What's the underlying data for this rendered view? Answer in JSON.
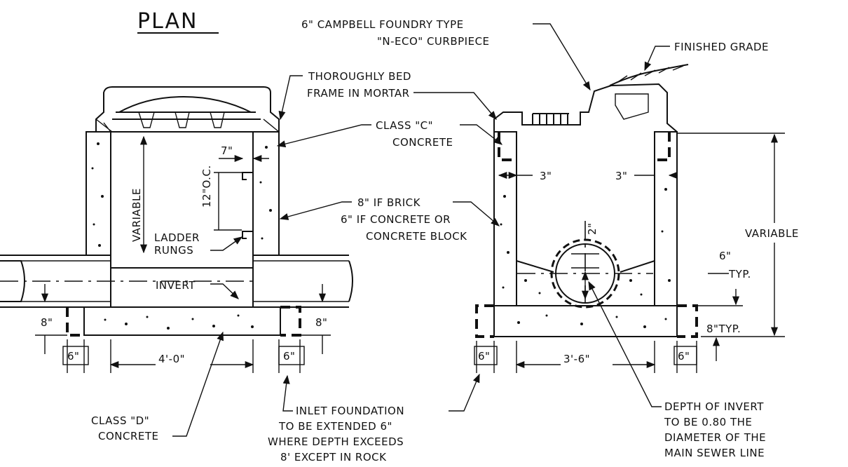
{
  "title": "PLAN",
  "left_view": {
    "variable_label": "VARIABLE",
    "spacing_label": "12\"O.C.",
    "dim_7": "7\"",
    "dim_8_left": "8\"",
    "dim_8_right": "8\"",
    "dim_6_left": "6\"",
    "dim_6_right": "6\"",
    "dim_width": "4'-0\"",
    "invert_label": "INVERT",
    "ladder_rungs": [
      "LADDER",
      "RUNGS"
    ]
  },
  "right_view": {
    "dim_3_left": "3\"",
    "dim_3_right": "3\"",
    "dim_2": "2\"",
    "variable_label": "VARIABLE",
    "typ_6": [
      "6\"",
      "TYP."
    ],
    "typ_8": "8\"TYP.",
    "dim_6_left": "6\"",
    "dim_6_right": "6\"",
    "dim_width": "3'-6\""
  },
  "callouts": {
    "curbpiece": [
      "6\" CAMPBELL FOUNDRY TYPE",
      "\"N-ECO\" CURBPIECE"
    ],
    "finished_grade": "FINISHED GRADE",
    "bed_frame": [
      "THOROUGHLY BED",
      "FRAME IN MORTAR"
    ],
    "class_c": [
      "CLASS \"C\"",
      "CONCRETE"
    ],
    "wall_thickness": [
      "8\" IF BRICK",
      "6\" IF CONCRETE OR",
      "CONCRETE BLOCK"
    ],
    "class_d": [
      "CLASS \"D\"",
      "CONCRETE"
    ],
    "foundation": [
      "INLET FOUNDATION",
      "TO BE EXTENDED 6\"",
      "WHERE DEPTH EXCEEDS",
      "8' EXCEPT IN ROCK"
    ],
    "depth_invert": [
      "DEPTH OF INVERT",
      "TO BE 0.80 THE",
      "DIAMETER OF THE",
      "MAIN SEWER LINE"
    ]
  }
}
